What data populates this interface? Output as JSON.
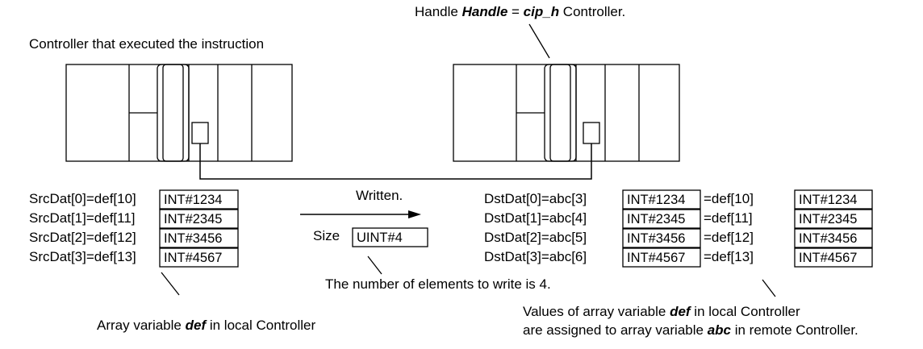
{
  "top_annotation": {
    "prefix": "Handle ",
    "emph_handle": "Handle",
    "equals": " = ",
    "emph_value": "cip_h",
    "suffix": " Controller."
  },
  "local_controller_label": "Controller that executed the instruction",
  "source": {
    "labels": [
      "SrcDat[0]=def[10]",
      "SrcDat[1]=def[11]",
      "SrcDat[2]=def[12]",
      "SrcDat[3]=def[13]"
    ],
    "values": [
      "INT#1234",
      "INT#2345",
      "INT#3456",
      "INT#4567"
    ],
    "caption_prefix": "Array variable ",
    "caption_emph": "def",
    "caption_suffix": " in local Controller"
  },
  "transfer": {
    "arrow_label": "Written.",
    "size_label": "Size",
    "size_value": "UINT#4",
    "note": "The number of elements to write is 4."
  },
  "destination": {
    "labels": [
      "DstDat[0]=abc[3]",
      "DstDat[1]=abc[4]",
      "DstDat[2]=abc[5]",
      "DstDat[3]=abc[6]"
    ],
    "values": [
      "INT#1234",
      "INT#2345",
      "INT#3456",
      "INT#4567"
    ],
    "def_labels": [
      "=def[10]",
      "=def[11]",
      "=def[12]",
      "=def[13]"
    ],
    "def_values": [
      "INT#1234",
      "INT#2345",
      "INT#3456",
      "INT#4567"
    ],
    "caption_line1_prefix": "Values of array variable ",
    "caption_line1_emph": "def",
    "caption_line1_suffix": " in local Controller",
    "caption_line2_prefix": "are assigned to array variable ",
    "caption_line2_emph": "abc",
    "caption_line2_suffix": " in remote Controller."
  }
}
